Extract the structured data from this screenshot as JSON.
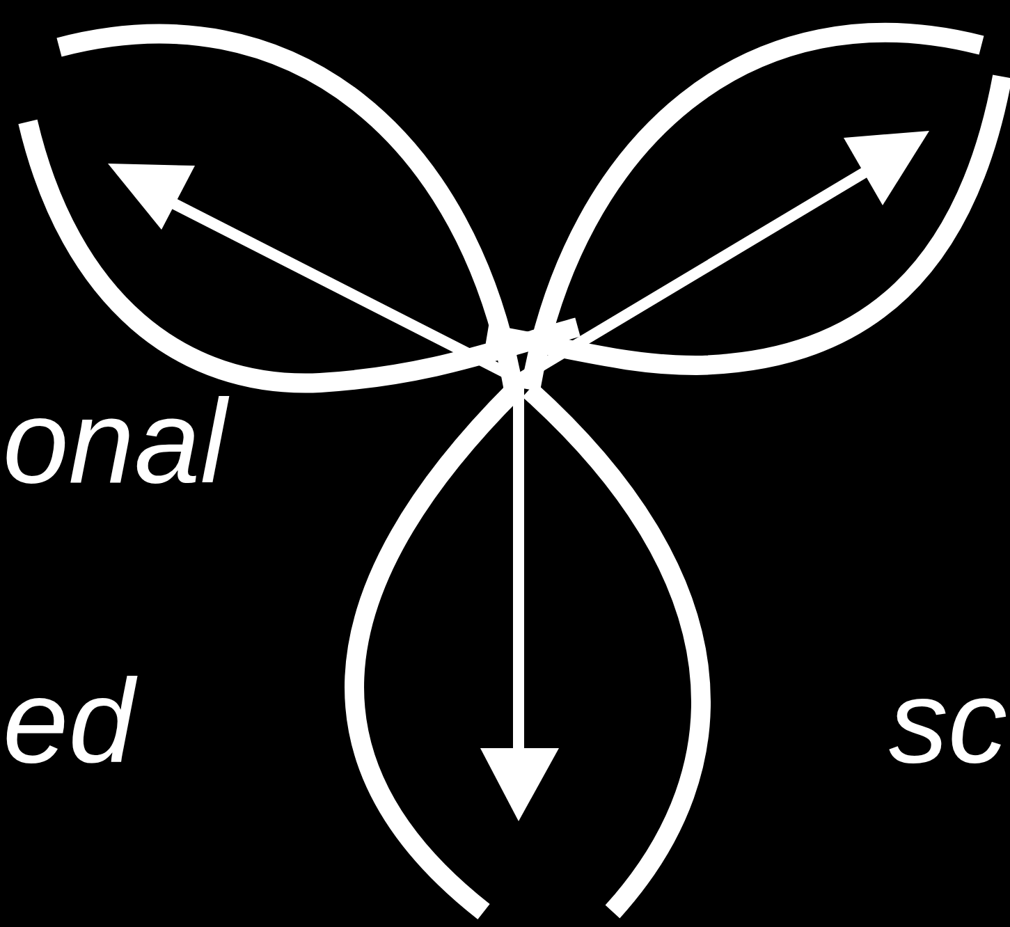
{
  "diagram": {
    "labels": [
      "onal",
      "ed",
      "sc"
    ]
  }
}
